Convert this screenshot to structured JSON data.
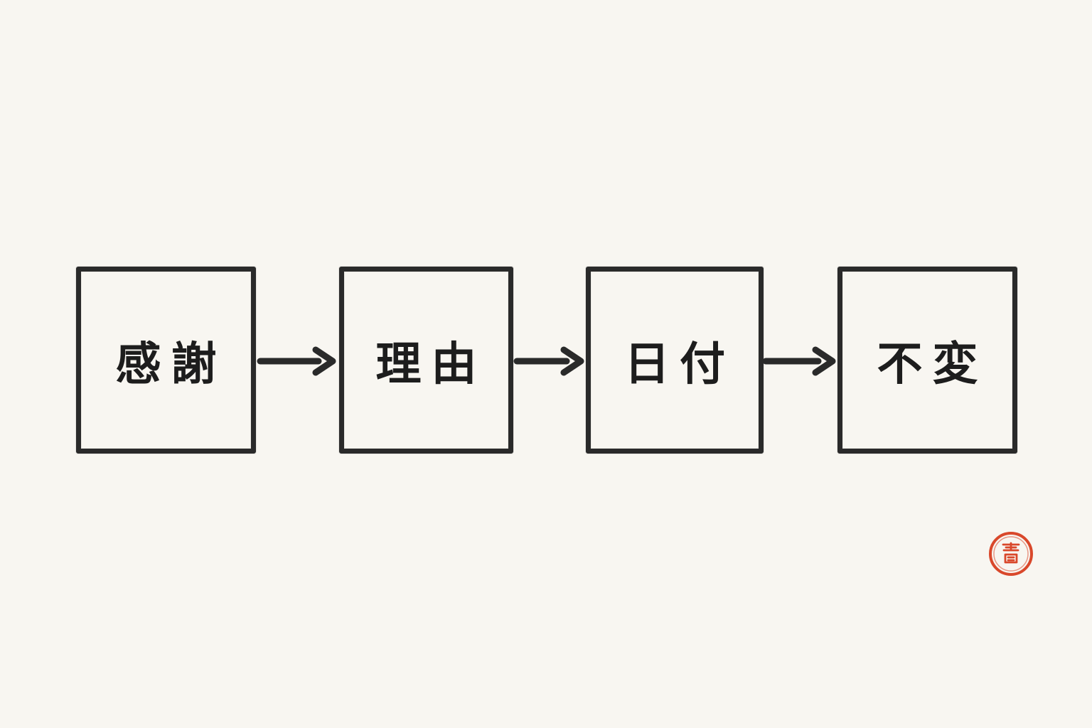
{
  "diagram": {
    "type": "flow",
    "direction": "left-to-right",
    "nodes": [
      {
        "label": "感謝"
      },
      {
        "label": "理由"
      },
      {
        "label": "日付"
      },
      {
        "label": "不変"
      }
    ],
    "edges": [
      {
        "from": "感謝",
        "to": "理由"
      },
      {
        "from": "理由",
        "to": "日付"
      },
      {
        "from": "日付",
        "to": "不変"
      }
    ]
  },
  "seal": {
    "icon": "red-seal-icon",
    "color": "#d9482b"
  },
  "colors": {
    "background": "#f8f6f1",
    "ink": "#2a2a2a"
  }
}
